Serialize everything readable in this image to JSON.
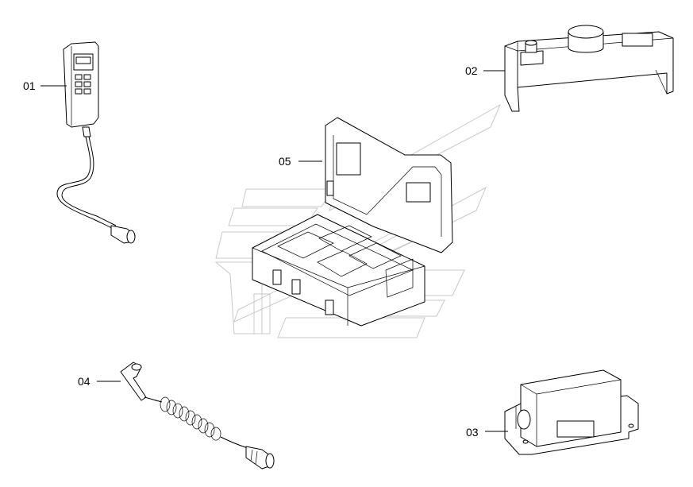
{
  "diagram": {
    "parts": [
      {
        "id": "01",
        "label": "01",
        "icon": "handheld-meter-icon"
      },
      {
        "id": "02",
        "label": "02",
        "icon": "sensor-bridge-icon"
      },
      {
        "id": "03",
        "label": "03",
        "icon": "sensor-box-icon"
      },
      {
        "id": "04",
        "label": "04",
        "icon": "coiled-cable-icon"
      },
      {
        "id": "05",
        "label": "05",
        "icon": "carrying-case-icon"
      }
    ]
  }
}
